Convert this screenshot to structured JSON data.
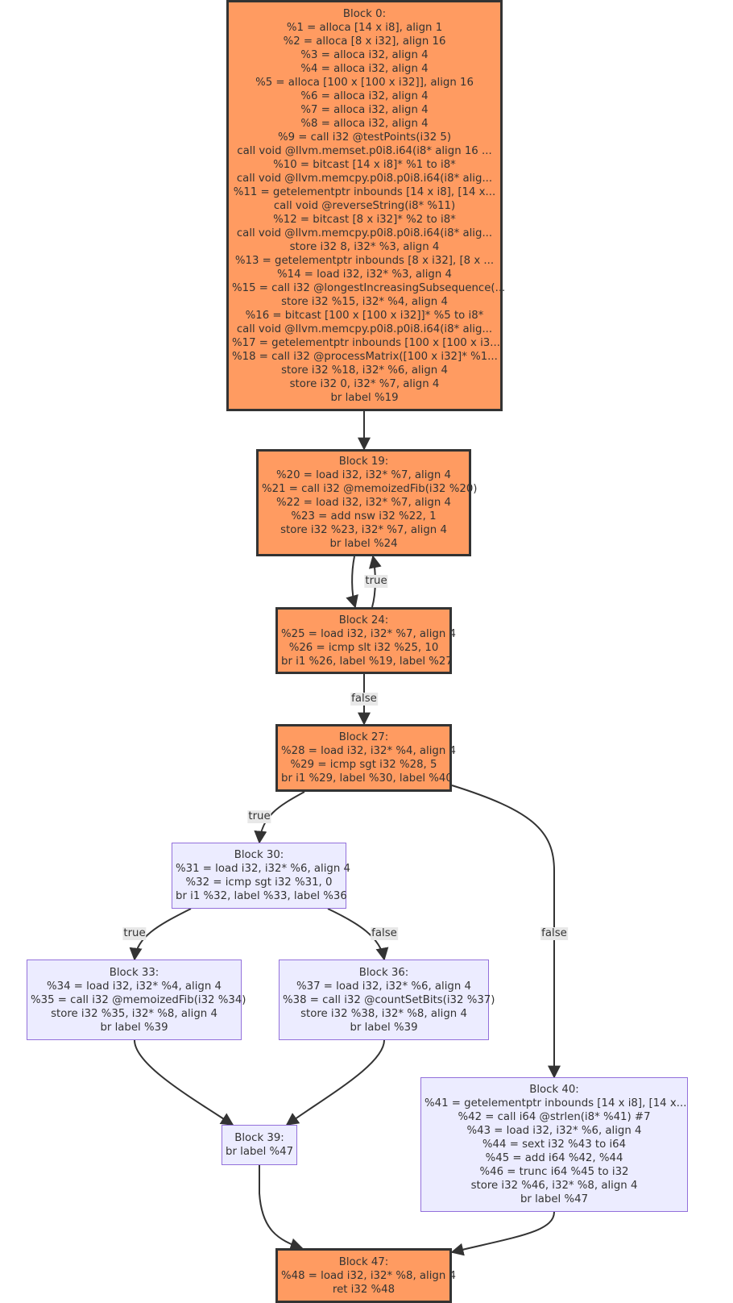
{
  "colors": {
    "hot_fill": "#ff9b61",
    "hot_border": "#333333",
    "cold_fill": "#ececff",
    "cold_border": "#9370db",
    "edge": "#333333",
    "edge_label_bg": "#e8e8e8"
  },
  "blocks": {
    "b0": {
      "kind": "hot",
      "lines": [
        "Block 0:",
        "%1 = alloca [14 x i8], align 1",
        "%2 = alloca [8 x i32], align 16",
        "%3 = alloca i32, align 4",
        "%4 = alloca i32, align 4",
        "%5 = alloca [100 x [100 x i32]], align 16",
        "%6 = alloca i32, align 4",
        "%7 = alloca i32, align 4",
        "%8 = alloca i32, align 4",
        "%9 = call i32 @testPoints(i32 5)",
        "call void @llvm.memset.p0i8.i64(i8* align 16 ...",
        "%10 = bitcast [14 x i8]* %1 to i8*",
        "call void @llvm.memcpy.p0i8.p0i8.i64(i8* alig...",
        "%11 = getelementptr inbounds [14 x i8], [14 x...",
        "call void @reverseString(i8* %11)",
        "%12 = bitcast [8 x i32]* %2 to i8*",
        "call void @llvm.memcpy.p0i8.p0i8.i64(i8* alig...",
        "store i32 8, i32* %3, align 4",
        "%13 = getelementptr inbounds [8 x i32], [8 x ...",
        "%14 = load i32, i32* %3, align 4",
        "%15 = call i32 @longestIncreasingSubsequence(...",
        "store i32 %15, i32* %4, align 4",
        "%16 = bitcast [100 x [100 x i32]]* %5 to i8*",
        "call void @llvm.memcpy.p0i8.p0i8.i64(i8* alig...",
        "%17 = getelementptr inbounds [100 x [100 x i3...",
        "%18 = call i32 @processMatrix([100 x i32]* %1...",
        "store i32 %18, i32* %6, align 4",
        "store i32 0, i32* %7, align 4",
        "br label %19"
      ]
    },
    "b19": {
      "kind": "hot",
      "lines": [
        "Block 19:",
        "%20 = load i32, i32* %7, align 4",
        "%21 = call i32 @memoizedFib(i32 %20)",
        "%22 = load i32, i32* %7, align 4",
        "%23 = add nsw i32 %22, 1",
        "store i32 %23, i32* %7, align 4",
        "br label %24"
      ]
    },
    "b24": {
      "kind": "hot",
      "lines": [
        "Block 24:",
        "%25 = load i32, i32* %7, align 4",
        "%26 = icmp slt i32 %25, 10",
        "br i1 %26, label %19, label %27"
      ]
    },
    "b27": {
      "kind": "hot",
      "lines": [
        "Block 27:",
        "%28 = load i32, i32* %4, align 4",
        "%29 = icmp sgt i32 %28, 5",
        "br i1 %29, label %30, label %40"
      ]
    },
    "b30": {
      "kind": "cold",
      "lines": [
        "Block 30:",
        "%31 = load i32, i32* %6, align 4",
        "%32 = icmp sgt i32 %31, 0",
        "br i1 %32, label %33, label %36"
      ]
    },
    "b33": {
      "kind": "cold",
      "lines": [
        "Block 33:",
        "%34 = load i32, i32* %4, align 4",
        "%35 = call i32 @memoizedFib(i32 %34)",
        "store i32 %35, i32* %8, align 4",
        "br label %39"
      ]
    },
    "b36": {
      "kind": "cold",
      "lines": [
        "Block 36:",
        "%37 = load i32, i32* %6, align 4",
        "%38 = call i32 @countSetBits(i32 %37)",
        "store i32 %38, i32* %8, align 4",
        "br label %39"
      ]
    },
    "b39": {
      "kind": "cold",
      "lines": [
        "Block 39:",
        "br label %47"
      ]
    },
    "b40": {
      "kind": "cold",
      "lines": [
        "Block 40:",
        "%41 = getelementptr inbounds [14 x i8], [14 x...",
        "%42 = call i64 @strlen(i8* %41) #7",
        "%43 = load i32, i32* %6, align 4",
        "%44 = sext i32 %43 to i64",
        "%45 = add i64 %42, %44",
        "%46 = trunc i64 %45 to i32",
        "store i32 %46, i32* %8, align 4",
        "br label %47"
      ]
    },
    "b47": {
      "kind": "hot",
      "lines": [
        "Block 47:",
        "%48 = load i32, i32* %8, align 4",
        "ret i32 %48"
      ]
    }
  },
  "edges": [
    {
      "from": "b0",
      "to": "b19",
      "label": ""
    },
    {
      "from": "b19",
      "to": "b24",
      "label": ""
    },
    {
      "from": "b24",
      "to": "b19",
      "label": "true"
    },
    {
      "from": "b24",
      "to": "b27",
      "label": "false"
    },
    {
      "from": "b27",
      "to": "b30",
      "label": "true"
    },
    {
      "from": "b27",
      "to": "b40",
      "label": "false"
    },
    {
      "from": "b30",
      "to": "b33",
      "label": "true"
    },
    {
      "from": "b30",
      "to": "b36",
      "label": "false"
    },
    {
      "from": "b33",
      "to": "b39",
      "label": ""
    },
    {
      "from": "b36",
      "to": "b39",
      "label": ""
    },
    {
      "from": "b39",
      "to": "b47",
      "label": ""
    },
    {
      "from": "b40",
      "to": "b47",
      "label": ""
    }
  ]
}
